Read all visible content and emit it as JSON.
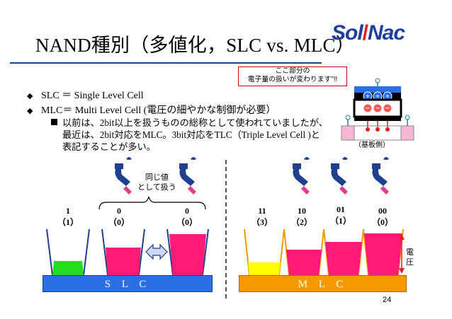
{
  "title": "NAND種別（多値化，SLC vs. MLC）",
  "logo": {
    "left": "Sol",
    "right": "Nac"
  },
  "bullets": [
    "SLC ＝ Single Level Cell",
    "MLC＝ Multi Level Cell (電圧の細やかな制御が必要）"
  ],
  "note_lines": [
    "以前は、2bit以上を扱うものの総称として使われていましたが、",
    "最近は、2bit対応をMLC。3bit対応をTLC（Triple Level Cell )と",
    "表記することが多い。"
  ],
  "callout": [
    "ここ部分の",
    "電子量の扱いが変わります\"!!"
  ],
  "cell_caption": "（基板側）",
  "same_value_text": [
    "同じ値",
    "として扱う"
  ],
  "slc": {
    "bar_label": "S L C",
    "labels": [
      {
        "top": "1",
        "bottom": "（1）"
      },
      {
        "top": "0",
        "bottom": "（0）"
      },
      {
        "top": "0",
        "bottom": "（0）"
      }
    ]
  },
  "mlc": {
    "bar_label": "M L C",
    "labels": [
      {
        "top": "11",
        "bottom": "（3）"
      },
      {
        "top": "10",
        "bottom": "（2）"
      },
      {
        "top": "01",
        "bottom": "（1）"
      },
      {
        "top": "00",
        "bottom": "（0）"
      }
    ]
  },
  "voltage_label": "電圧",
  "page_number": "24",
  "colors": {
    "accent_blue": "#1f3f8f",
    "pink": "#ff1a78",
    "green": "#22dd22",
    "yellow": "#ffff00",
    "orange": "#f79a00",
    "bar_blue": "#2b6fe6"
  }
}
